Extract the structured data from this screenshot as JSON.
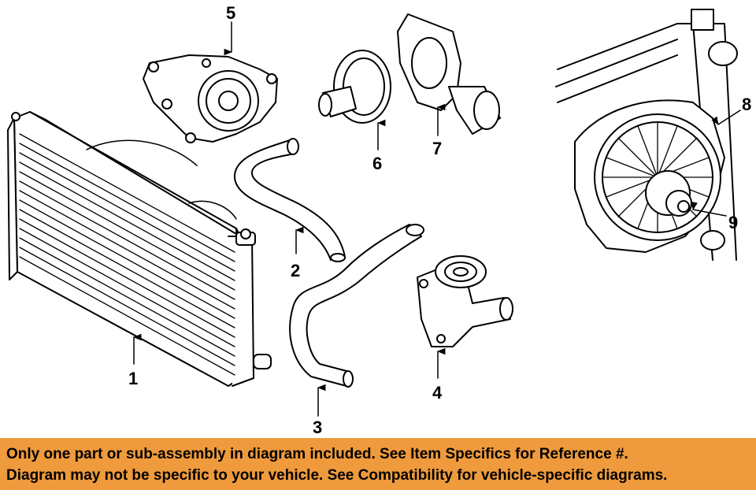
{
  "callouts": {
    "c1": "1",
    "c2": "2",
    "c3": "3",
    "c4": "4",
    "c5": "5",
    "c6": "6",
    "c7": "7",
    "c8": "8",
    "c9": "9"
  },
  "banner": {
    "line1": "Only one part or sub-assembly in diagram included. See Item Specifics for Reference #.",
    "line2": "Diagram may not be specific to your vehicle. See Compatibility for vehicle-specific diagrams.",
    "background": "#ef9a3c"
  }
}
